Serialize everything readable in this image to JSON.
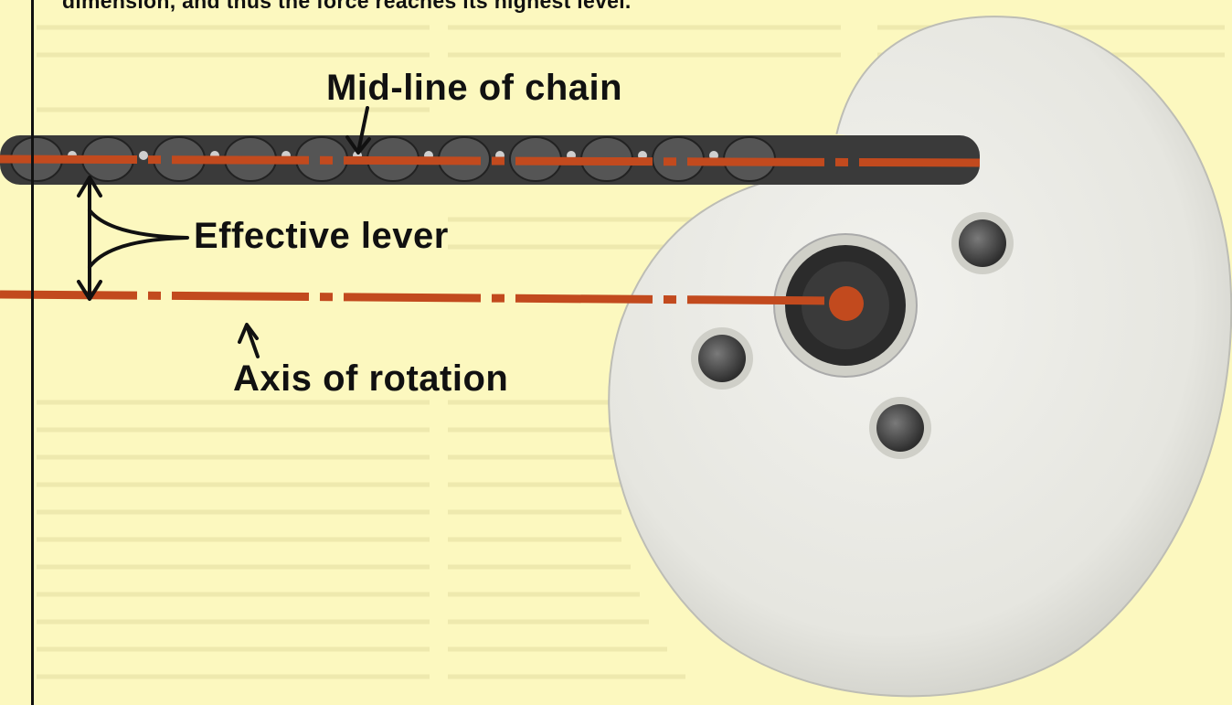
{
  "caption": "dimension, and thus the force reaches its highest level.",
  "labels": {
    "midline": "Mid-line of chain",
    "lever": "Effective lever",
    "axis": "Axis of rotation"
  },
  "colors": {
    "background": "#fcf8bf",
    "accent_line": "#c24a1e",
    "chain": "#3a3a3a",
    "plate": "#e4e4de",
    "bolt": "#5a5a5a"
  },
  "icons": [
    "arrow-down-icon",
    "arrow-up-icon",
    "double-arrow-icon"
  ]
}
